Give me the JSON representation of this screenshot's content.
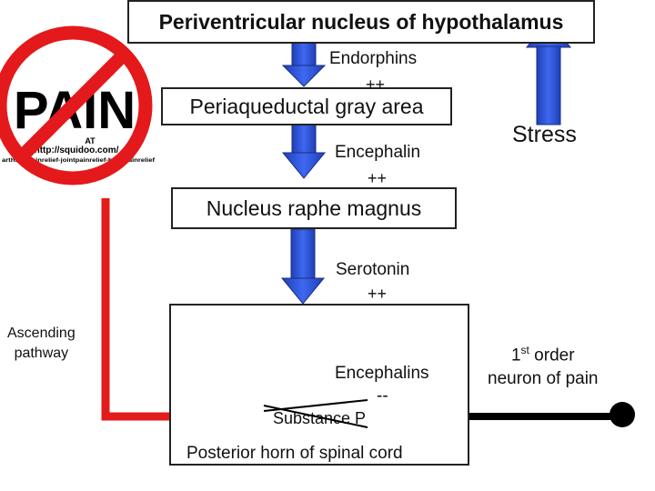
{
  "nodes": {
    "periventricular": "Periventricular nucleus of hypothalamus",
    "paqg": "Periaqueductal gray area",
    "raphe": "Nucleus raphe magnus",
    "posterior_horn": "Posterior horn of spinal cord"
  },
  "labels": {
    "endorphins": "Endorphins",
    "endorphins_sign": "++",
    "encephalin": "Encephalin",
    "encephalin_sign": "++",
    "serotonin": "Serotonin",
    "serotonin_sign": "++",
    "encephalins": "Encephalins",
    "encephalins_sign": "--",
    "substance_p": "Substance P",
    "stress": "Stress",
    "first_order_ordinal": "1",
    "first_order_superscript": "st",
    "first_order_rest": " order",
    "first_order_line2": "neuron of pain",
    "ascending_line1": "Ascending",
    "ascending_line2": "pathway"
  },
  "logo": {
    "word": "PAIN",
    "at": "AT",
    "url": "http://squidoo.com/",
    "path": "arthritispainrelief-jointpainrelief-backpainrelief"
  },
  "colors": {
    "arrow_blue": "#2f55d6",
    "pathway_red": "#e41b1b",
    "neuron_black": "#000000",
    "no_sign_red": "#e3191c"
  }
}
